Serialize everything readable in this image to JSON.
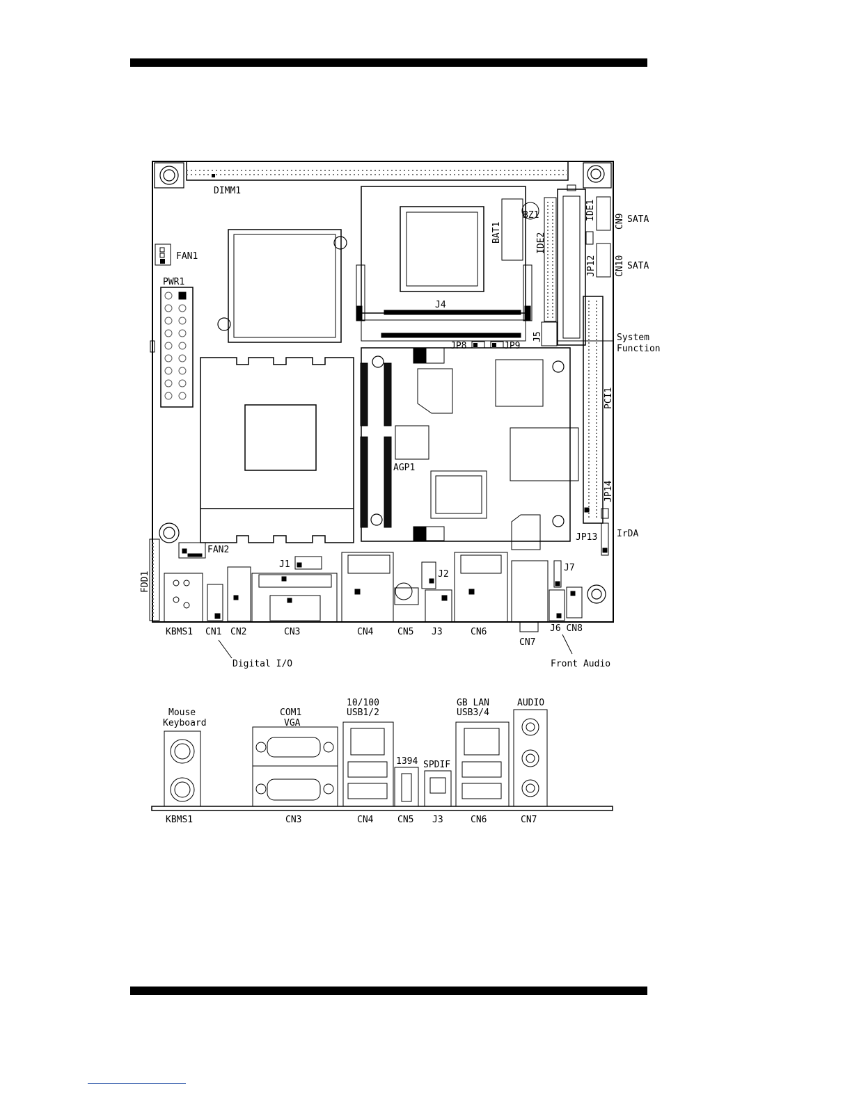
{
  "board_labels": {
    "dimm": "DIMM1",
    "fan1": "FAN1",
    "pwr": "PWR1",
    "fan2": "FAN2",
    "fdd": "FDD1",
    "bat": "BAT1",
    "bz": "BZ1",
    "ide2": "IDE2",
    "ide1": "IDE1",
    "cn9": "CN9",
    "sata1": "SATA",
    "cn10": "CN10",
    "sata2": "SATA",
    "jp12": "JP12",
    "j4": "J4",
    "j5": "J5",
    "jp8": "JP8",
    "jp9": "JP9",
    "system": "System",
    "function": "Function",
    "pci": "PCI1",
    "agp": "AGP1",
    "jp14": "JP14",
    "jp13": "JP13",
    "irda": "IrDA",
    "j1": "J1",
    "j2": "J2",
    "j7": "J7",
    "kbms": "KBMS1",
    "cn1": "CN1",
    "cn2": "CN2",
    "cn3": "CN3",
    "cn4": "CN4",
    "cn5": "CN5",
    "j3": "J3",
    "cn6": "CN6",
    "cn7": "CN7",
    "j6cn8": "J6 CN8",
    "digital_io": "Digital I/O",
    "front_audio": "Front Audio"
  },
  "panel_labels": {
    "mouse": "Mouse",
    "keyboard": "Keyboard",
    "com1": "COM1",
    "vga": "VGA",
    "lan100": "10/100",
    "usb12": "USB1/2",
    "ieee1394": "1394",
    "spdif": "SPDIF",
    "gblan": "GB LAN",
    "usb34": "USB3/4",
    "audio": "AUDIO",
    "kbms": "KBMS1",
    "cn3": "CN3",
    "cn4": "CN4",
    "cn5": "CN5",
    "j3": "J3",
    "cn6": "CN6",
    "cn7": "CN7"
  }
}
